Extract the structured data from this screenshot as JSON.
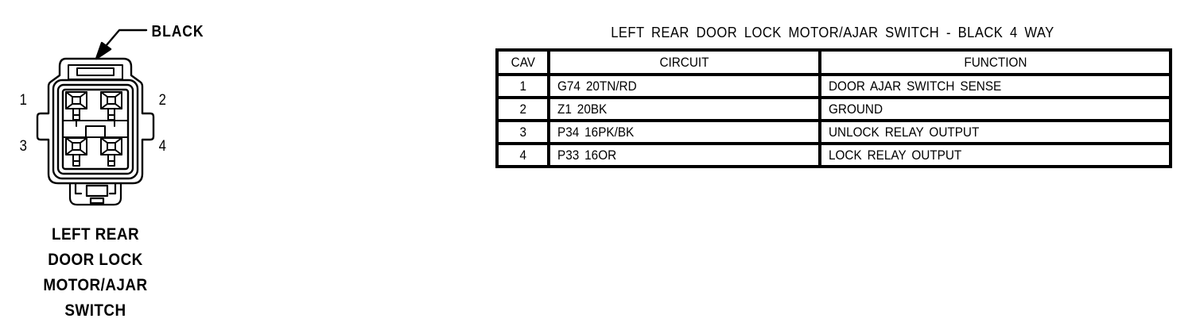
{
  "diagram": {
    "color_label": "BLACK",
    "pins": [
      "1",
      "2",
      "3",
      "4"
    ],
    "caption_lines": [
      "LEFT REAR",
      "DOOR LOCK",
      "MOTOR/AJAR",
      "SWITCH"
    ]
  },
  "table": {
    "title": "LEFT REAR DOOR LOCK MOTOR/AJAR SWITCH - BLACK 4 WAY",
    "columns": [
      "CAV",
      "CIRCUIT",
      "FUNCTION"
    ],
    "rows": [
      {
        "cav": "1",
        "circuit": "G74 20TN/RD",
        "function": "DOOR AJAR SWITCH SENSE"
      },
      {
        "cav": "2",
        "circuit": "Z1 20BK",
        "function": "GROUND"
      },
      {
        "cav": "3",
        "circuit": "P34 16PK/BK",
        "function": "UNLOCK RELAY OUTPUT"
      },
      {
        "cav": "4",
        "circuit": "P33 16OR",
        "function": "LOCK RELAY OUTPUT"
      }
    ]
  },
  "colors": {
    "ink": "#000000",
    "background": "#ffffff"
  }
}
